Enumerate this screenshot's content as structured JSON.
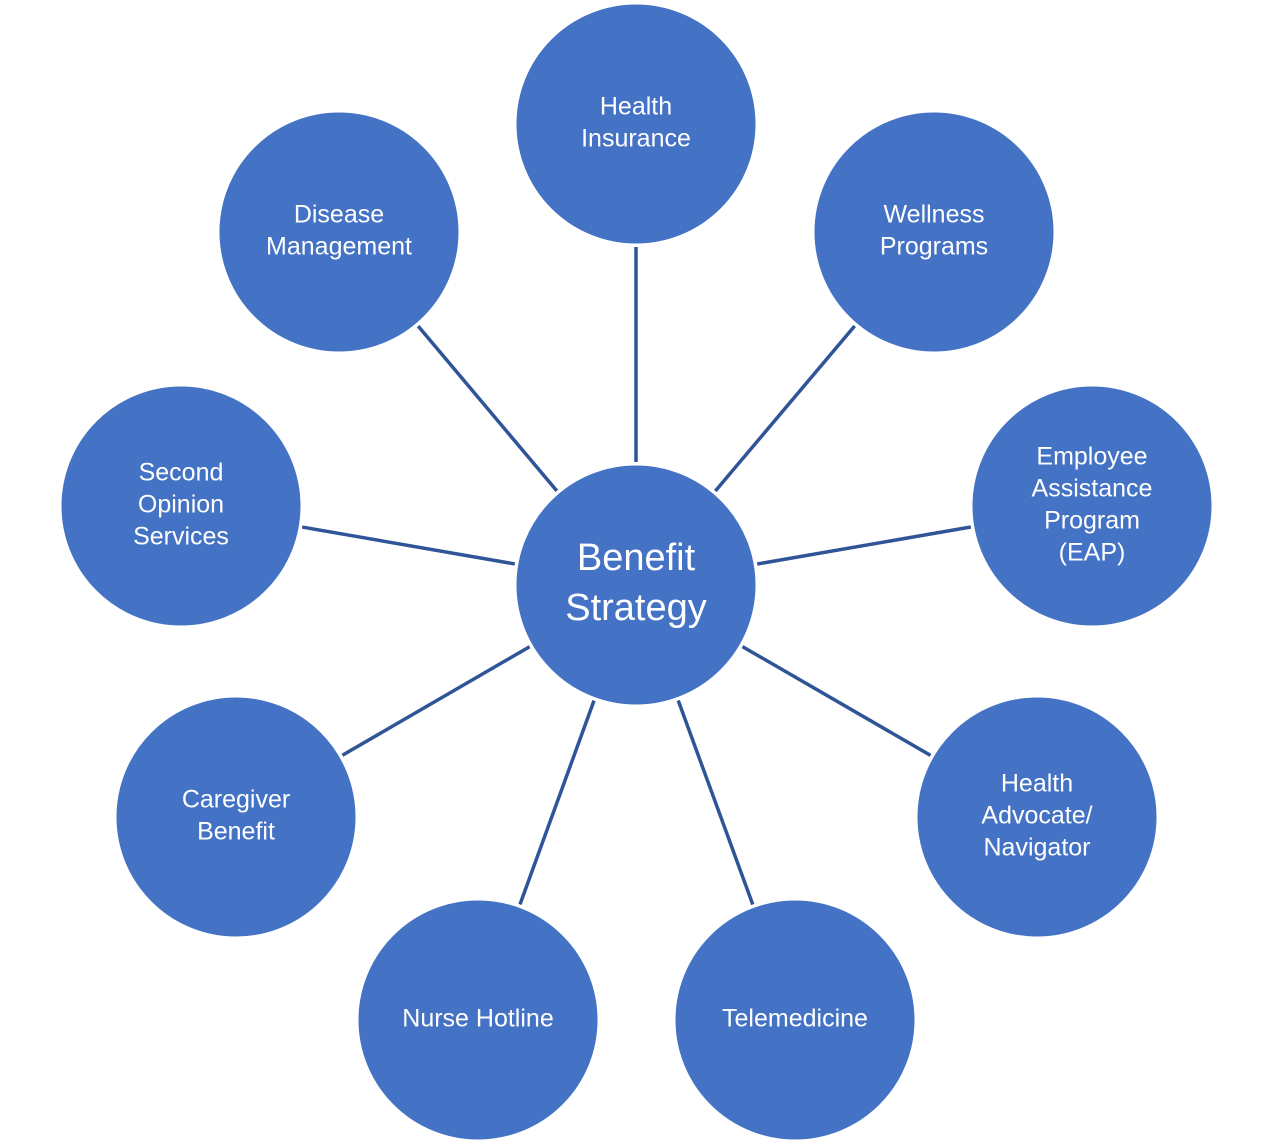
{
  "diagram": {
    "colors": {
      "node_fill": "#4472C4",
      "node_stroke": "#ffffff",
      "connector": "#2F5597",
      "label": "#ffffff"
    },
    "center": {
      "id": "benefit-strategy",
      "lines": [
        "Benefit",
        "Strategy"
      ]
    },
    "nodes": [
      {
        "id": "health-insurance",
        "lines": [
          "Health",
          "Insurance"
        ]
      },
      {
        "id": "wellness-programs",
        "lines": [
          "Wellness",
          "Programs"
        ]
      },
      {
        "id": "employee-assistance-program",
        "lines": [
          "Employee",
          "Assistance",
          "Program",
          "(EAP)"
        ]
      },
      {
        "id": "health-advocate-navigator",
        "lines": [
          "Health",
          "Advocate/",
          "Navigator"
        ]
      },
      {
        "id": "telemedicine",
        "lines": [
          "Telemedicine"
        ]
      },
      {
        "id": "nurse-hotline",
        "lines": [
          "Nurse Hotline"
        ]
      },
      {
        "id": "caregiver-benefit",
        "lines": [
          "Caregiver",
          "Benefit"
        ]
      },
      {
        "id": "second-opinion-services",
        "lines": [
          "Second",
          "Opinion",
          "Services"
        ]
      },
      {
        "id": "disease-management",
        "lines": [
          "Disease",
          "Management"
        ]
      }
    ]
  }
}
